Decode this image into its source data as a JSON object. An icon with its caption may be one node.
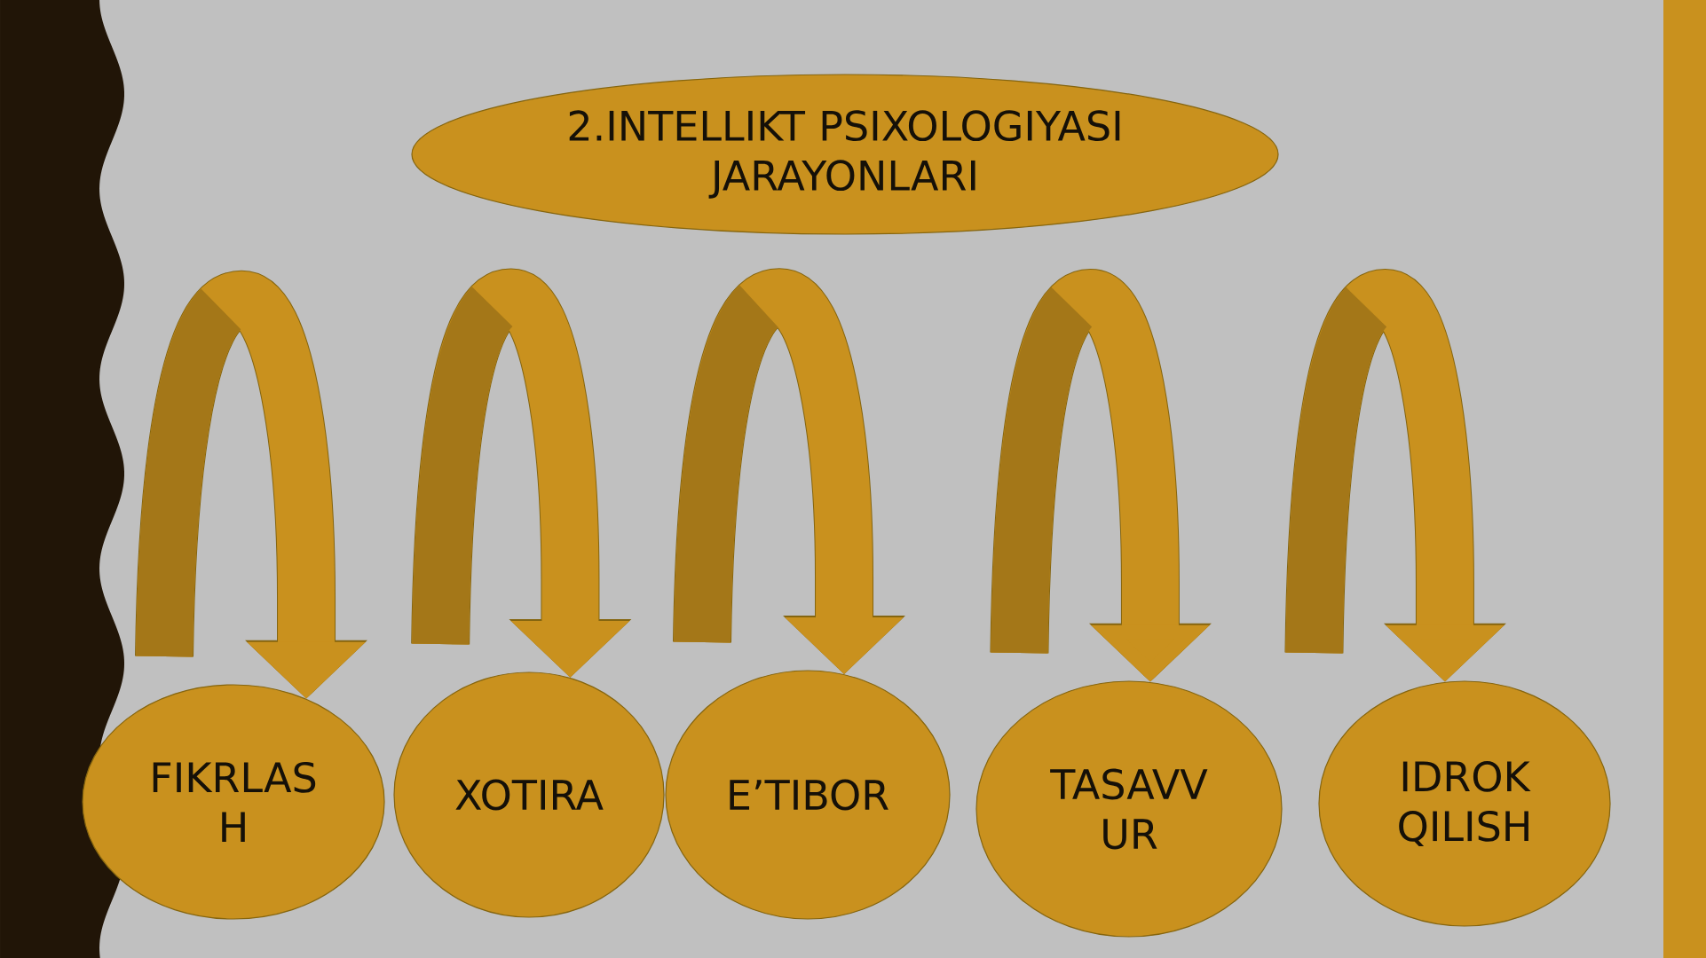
{
  "diagram": {
    "nodes": [
      {
        "text": [
          "2.INTELLIKT PSIXOLOGIYASI JARAYONLARI"
        ]
      },
      {
        "text": [
          "FIKRLAS H"
        ]
      },
      {
        "text": [
          "XOTIRA"
        ]
      },
      {
        "text": [
          "E’TIBOR"
        ]
      },
      {
        "text": [
          "TASAVV UR"
        ]
      },
      {
        "text": [
          "IDROK QILISH"
        ]
      }
    ],
    "edges": [
      {
        "from": null,
        "to": 1,
        "arrow": "to"
      },
      {
        "from": null,
        "to": 2,
        "arrow": "to"
      },
      {
        "from": null,
        "to": 3,
        "arrow": "to"
      },
      {
        "from": null,
        "to": 4,
        "arrow": "to"
      },
      {
        "from": null,
        "to": 5,
        "arrow": "to"
      }
    ]
  }
}
